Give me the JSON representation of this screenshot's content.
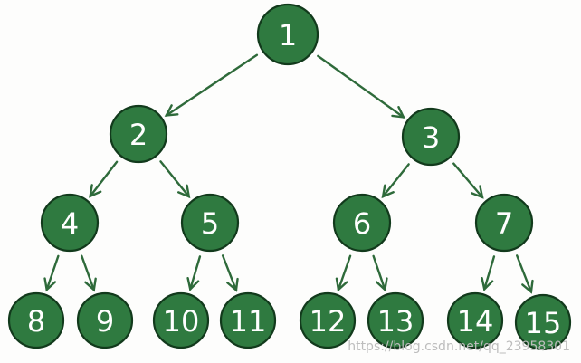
{
  "diagram": {
    "nodes": [
      {
        "id": "1",
        "label": "1"
      },
      {
        "id": "2",
        "label": "2"
      },
      {
        "id": "3",
        "label": "3"
      },
      {
        "id": "4",
        "label": "4"
      },
      {
        "id": "5",
        "label": "5"
      },
      {
        "id": "6",
        "label": "6"
      },
      {
        "id": "7",
        "label": "7"
      },
      {
        "id": "8",
        "label": "8"
      },
      {
        "id": "9",
        "label": "9"
      },
      {
        "id": "10",
        "label": "10"
      },
      {
        "id": "11",
        "label": "11"
      },
      {
        "id": "12",
        "label": "12"
      },
      {
        "id": "13",
        "label": "13"
      },
      {
        "id": "14",
        "label": "14"
      },
      {
        "id": "15",
        "label": "15"
      }
    ],
    "edges": [
      {
        "from": "1",
        "to": "2"
      },
      {
        "from": "1",
        "to": "3"
      },
      {
        "from": "2",
        "to": "4"
      },
      {
        "from": "2",
        "to": "5"
      },
      {
        "from": "3",
        "to": "6"
      },
      {
        "from": "3",
        "to": "7"
      },
      {
        "from": "4",
        "to": "8"
      },
      {
        "from": "4",
        "to": "9"
      },
      {
        "from": "5",
        "to": "10"
      },
      {
        "from": "5",
        "to": "11"
      },
      {
        "from": "6",
        "to": "12"
      },
      {
        "from": "6",
        "to": "13"
      },
      {
        "from": "7",
        "to": "14"
      },
      {
        "from": "7",
        "to": "15"
      }
    ],
    "node_color": "#2f7a40",
    "edge_color": "#2e6a3a",
    "label_color": "#ffffff"
  },
  "watermark": "https://blog.csdn.net/qq_23958301"
}
